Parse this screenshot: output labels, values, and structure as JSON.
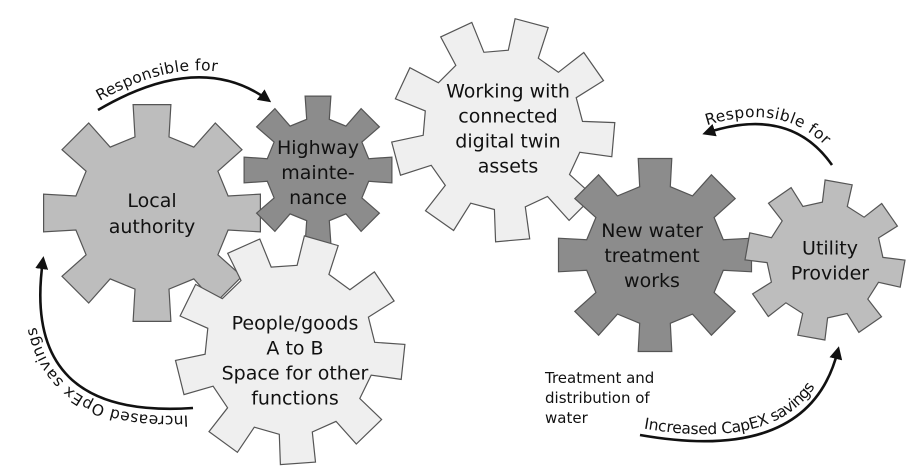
{
  "colors": {
    "light_gray": "#efefef",
    "mid_gray": "#bdbdbd",
    "dark_gray": "#8c8c8c",
    "outline": "#555555",
    "arrow": "#111111"
  },
  "gears": {
    "local_authority": {
      "lines": [
        "Local",
        "authority"
      ]
    },
    "highway": {
      "lines": [
        "Highway",
        "mainte-",
        "nance"
      ]
    },
    "people_goods": {
      "lines": [
        "People/goods",
        "A to B",
        "Space for other",
        "functions"
      ]
    },
    "digital_twin": {
      "lines": [
        "Working with",
        "connected",
        "digital twin",
        "assets"
      ]
    },
    "water_works": {
      "lines": [
        "New water",
        "treatment",
        "works"
      ]
    },
    "utility": {
      "lines": [
        "Utility",
        "Provider"
      ]
    }
  },
  "arrows": {
    "left_top_label": "Responsible for",
    "left_side_label": "Increased OpEx savings",
    "right_top_label": "Responsible for",
    "right_bottom_label": "Increased CapEX savings"
  },
  "treatment_text": [
    "Treatment and",
    "distribution of",
    "water"
  ]
}
